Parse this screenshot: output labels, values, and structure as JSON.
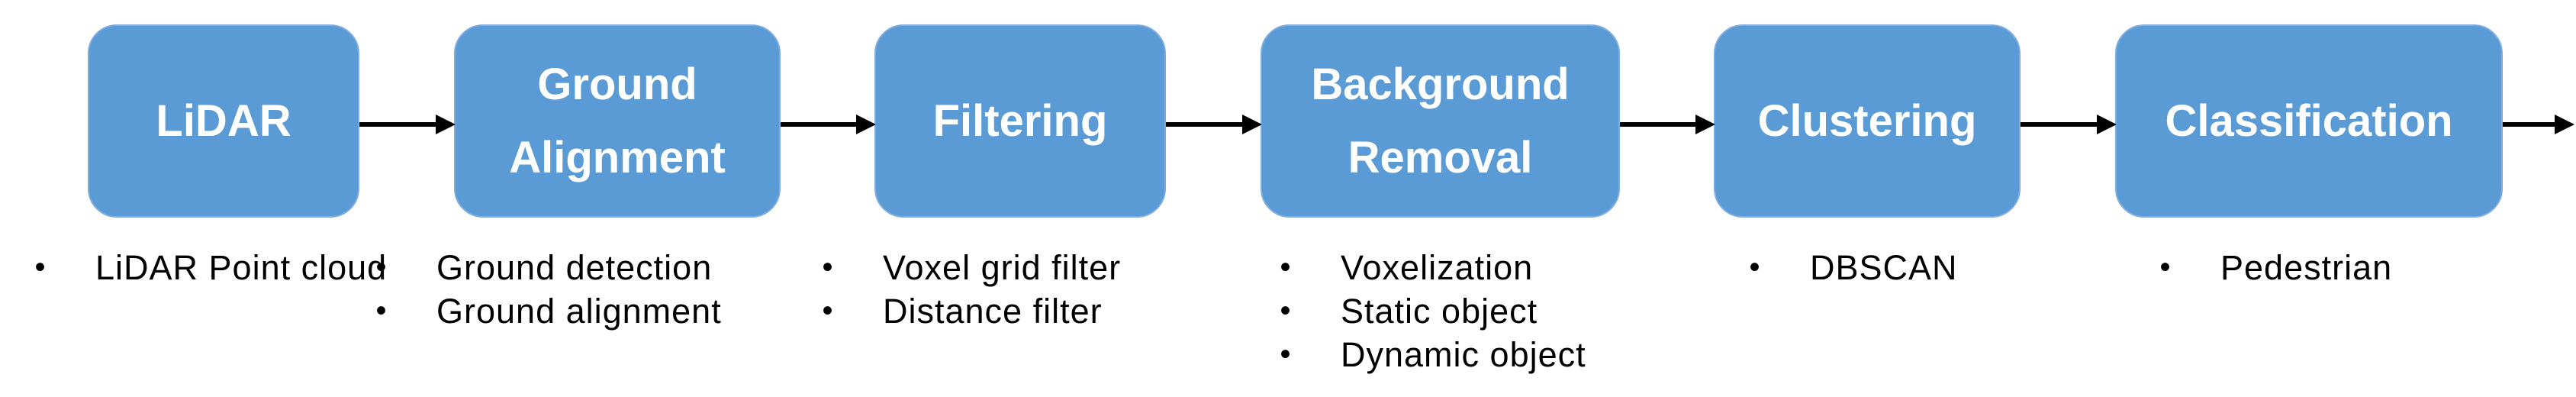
{
  "diagram": {
    "colors": {
      "box_fill": "#5B9BD5",
      "box_border": "#7FACDF",
      "box_text": "#FFFFFF",
      "arrow": "#000000",
      "bullet_text": "#000000"
    },
    "bullet_char": "•",
    "steps": [
      {
        "label": "LiDAR",
        "lines": [
          "LiDAR"
        ],
        "bullets": [
          "LiDAR Point cloud"
        ]
      },
      {
        "label": "Ground Alignment",
        "lines": [
          "Ground",
          "Alignment"
        ],
        "bullets": [
          "Ground detection",
          "Ground alignment"
        ]
      },
      {
        "label": "Filtering",
        "lines": [
          "Filtering"
        ],
        "bullets": [
          "Voxel grid filter",
          "Distance filter"
        ]
      },
      {
        "label": "Background Removal",
        "lines": [
          "Background",
          "Removal"
        ],
        "bullets": [
          "Voxelization",
          "Static object",
          "Dynamic object"
        ]
      },
      {
        "label": "Clustering",
        "lines": [
          "Clustering"
        ],
        "bullets": [
          "DBSCAN"
        ]
      },
      {
        "label": "Classification",
        "lines": [
          "Classification"
        ],
        "bullets": [
          "Pedestrian"
        ]
      }
    ]
  }
}
